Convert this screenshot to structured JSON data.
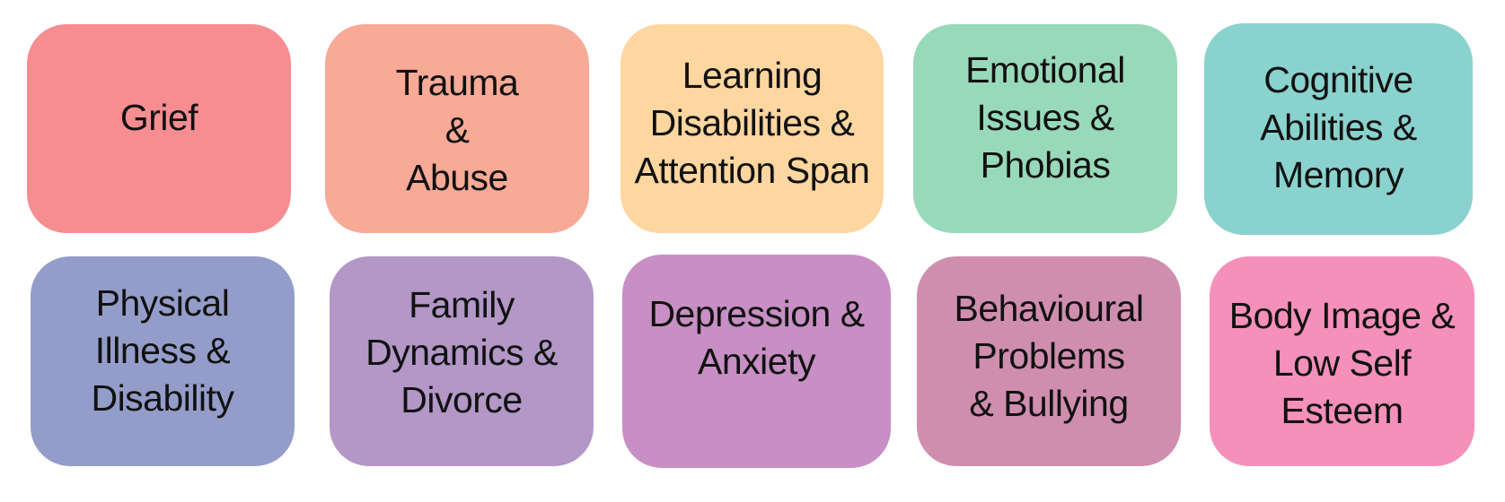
{
  "tiles": [
    {
      "label": "Grief",
      "color": "#F68D91"
    },
    {
      "label": "Trauma\n&\nAbuse",
      "color": "#F8AA97"
    },
    {
      "label": "Learning\nDisabilities &\nAttention Span",
      "color": "#FDD6A0"
    },
    {
      "label": "Emotional\nIssues &\nPhobias",
      "color": "#98D9BA"
    },
    {
      "label": "Cognitive\nAbilities &\nMemory",
      "color": "#8AD2CE"
    },
    {
      "label": "Physical\nIllness &\nDisability",
      "color": "#949DC9"
    },
    {
      "label": "Family\nDynamics &\nDivorce",
      "color": "#B297C7"
    },
    {
      "label": "Depression &\nAnxiety",
      "color": "#C78FC3"
    },
    {
      "label": "Behavioural\nProblems\n& Bullying",
      "color": "#D08EAF"
    },
    {
      "label": "Body Image &\nLow Self\nEsteem",
      "color": "#F590BA"
    }
  ]
}
